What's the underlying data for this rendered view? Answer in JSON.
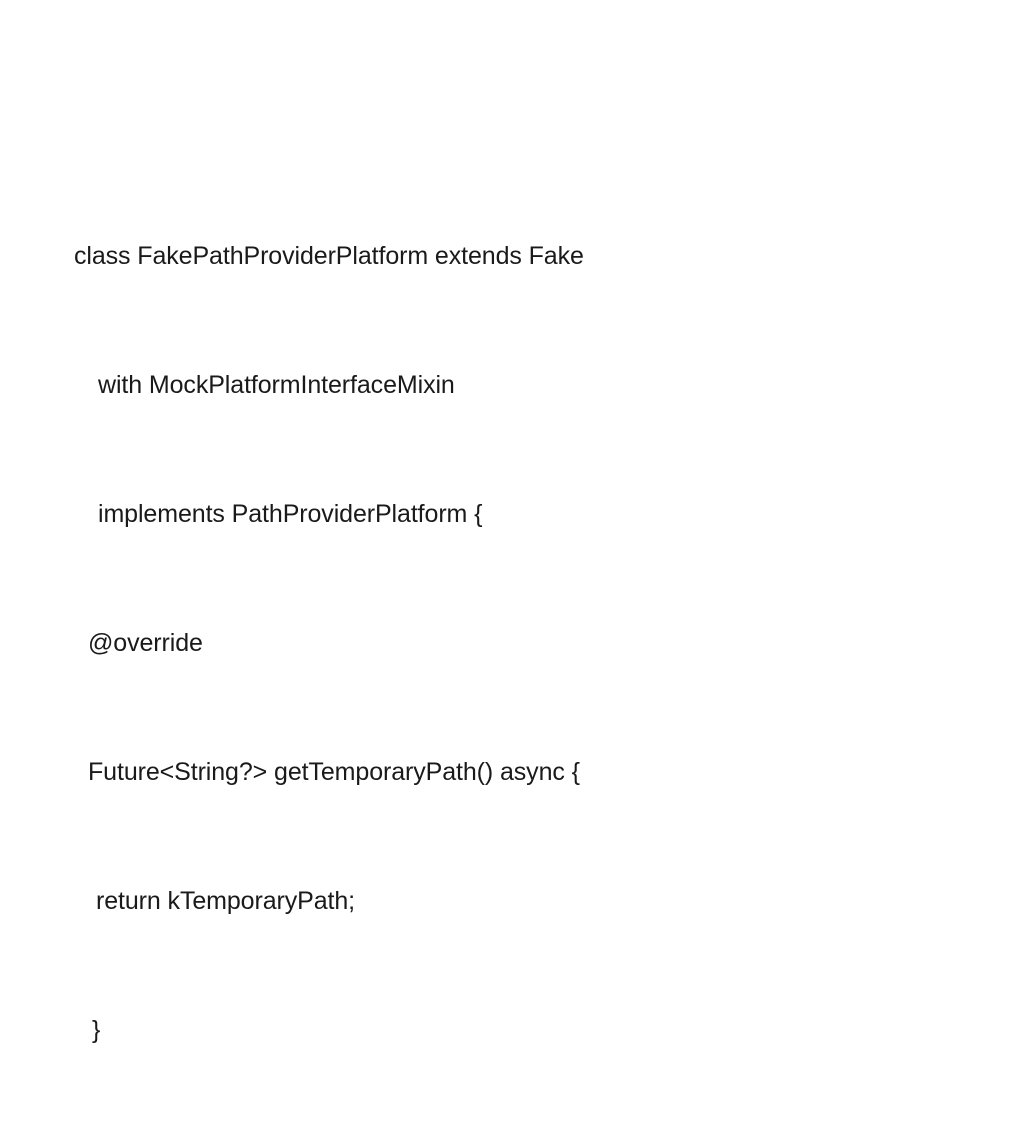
{
  "slide": {
    "background_color": "#ffffff",
    "text_color": "#1a1a1a",
    "language": "dart"
  },
  "code": {
    "lines": [
      {
        "text": "class FakePathProviderPlatform extends Fake",
        "indent_class": "ind-0"
      },
      {
        "text": "with MockPlatformInterfaceMixin",
        "indent_class": "ind-1"
      },
      {
        "text": "implements PathProviderPlatform {",
        "indent_class": "ind-1"
      },
      {
        "text": "@override",
        "indent_class": "ind-2"
      },
      {
        "text": "Future<String?> getTemporaryPath() async {",
        "indent_class": "ind-2"
      },
      {
        "text": "return kTemporaryPath;",
        "indent_class": "ind-3"
      },
      {
        "text": "}",
        "indent_class": "ind-4"
      }
    ],
    "full_text": "class FakePathProviderPlatform extends Fake\n    with MockPlatformInterfaceMixin\n    implements PathProviderPlatform {\n  @override\n  Future<String?> getTemporaryPath() async {\n    return kTemporaryPath;\n  }"
  }
}
